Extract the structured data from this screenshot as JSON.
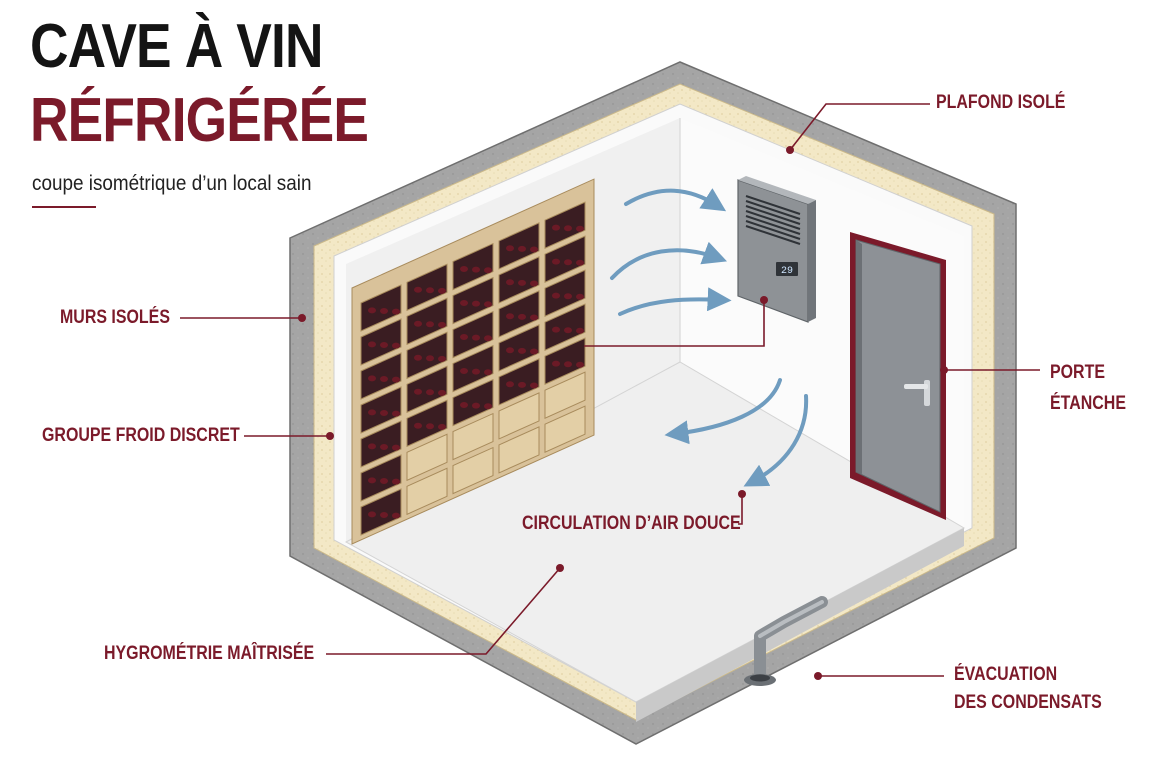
{
  "title": {
    "line1": "CAVE À VIN",
    "line2": "RÉFRIGÉRÉE",
    "subtitle": "coupe isométrique d’un local sain"
  },
  "labels": {
    "ceiling": "PLAFOND ISOLÉ",
    "walls": "MURS ISOLÉS",
    "cooling_unit": "GROUPE FROID DISCRET",
    "door_line1": "PORTE",
    "door_line2": "ÉTANCHE",
    "airflow": "CIRCULATION D’AIR DOUCE",
    "humidity": "HYGROMÉTRIE MAÎTRISÉE",
    "drain_line1": "ÉVACUATION",
    "drain_line2": "DES CONDENSATS"
  },
  "unit_display": "29",
  "colors": {
    "accent": "#7b1a2a",
    "title_dark": "#141414",
    "concrete": "#9e9e9e",
    "insulation": "#f3e8c6",
    "wall": "#f7f7f7",
    "wood": "#d9c29a",
    "door": "#8d9196",
    "door_frame": "#7b1a2a",
    "airflow": "#6f9cbf"
  }
}
